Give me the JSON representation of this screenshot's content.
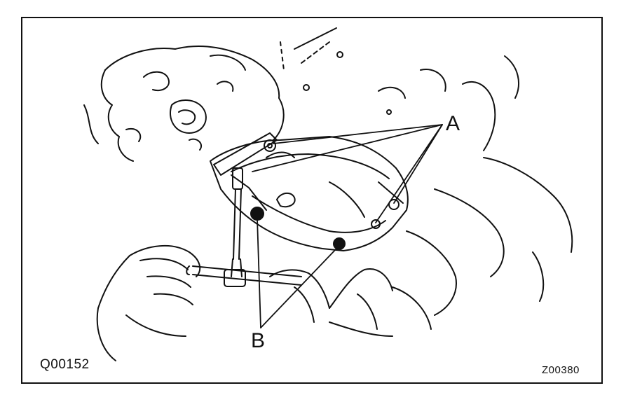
{
  "callouts": {
    "a": "A",
    "b": "B"
  },
  "codes": {
    "left": "Q00152",
    "right": "Z00380"
  },
  "colors": {
    "ink": "#111111",
    "paper": "#ffffff"
  }
}
